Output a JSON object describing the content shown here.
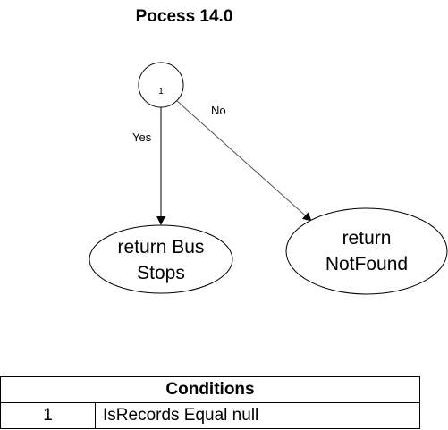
{
  "title": "Pocess 14.0",
  "nodes": {
    "decision": {
      "label": "1"
    },
    "yes_terminal": {
      "label_lines": [
        "return Bus",
        "Stops"
      ]
    },
    "no_terminal": {
      "label_lines": [
        "return",
        "NotFound"
      ]
    }
  },
  "edges": {
    "yes": {
      "label": "Yes"
    },
    "no": {
      "label": "No"
    }
  },
  "conditions": {
    "header": "Conditions",
    "rows": [
      {
        "number": "1",
        "condition": "IsRecords Equal null"
      }
    ]
  }
}
